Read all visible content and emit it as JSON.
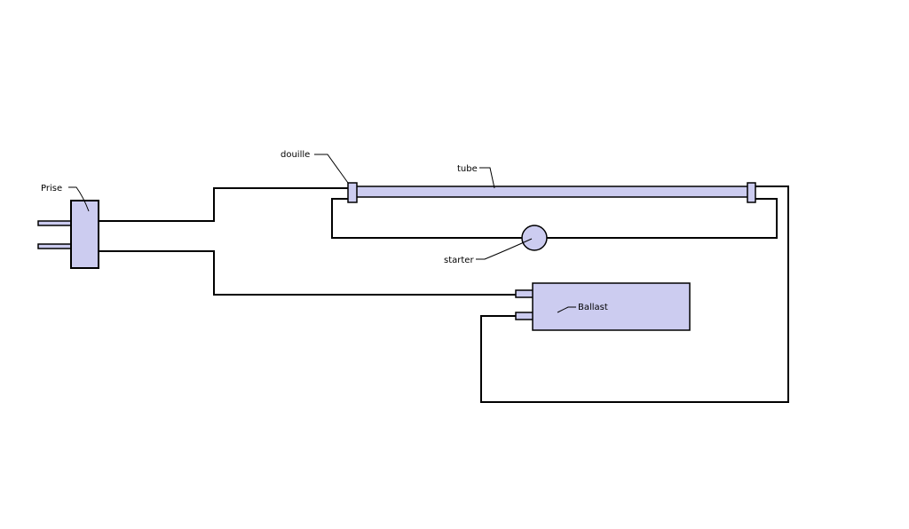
{
  "labels": {
    "prise": "Prise",
    "douille": "douille",
    "tube": "tube",
    "starter": "starter",
    "ballast": "Ballast"
  },
  "colors": {
    "component_fill": "#ccccf0",
    "stroke": "#000000",
    "background": "#ffffff"
  }
}
